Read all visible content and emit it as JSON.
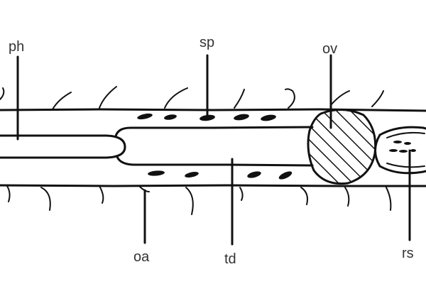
{
  "labels": {
    "ph": "ph",
    "sp": "sp",
    "ov": "ov",
    "oa": "oa",
    "td": "td",
    "rs": "rs"
  },
  "colors": {
    "ink": "#111111",
    "label": "#333333",
    "background": "#ffffff"
  }
}
